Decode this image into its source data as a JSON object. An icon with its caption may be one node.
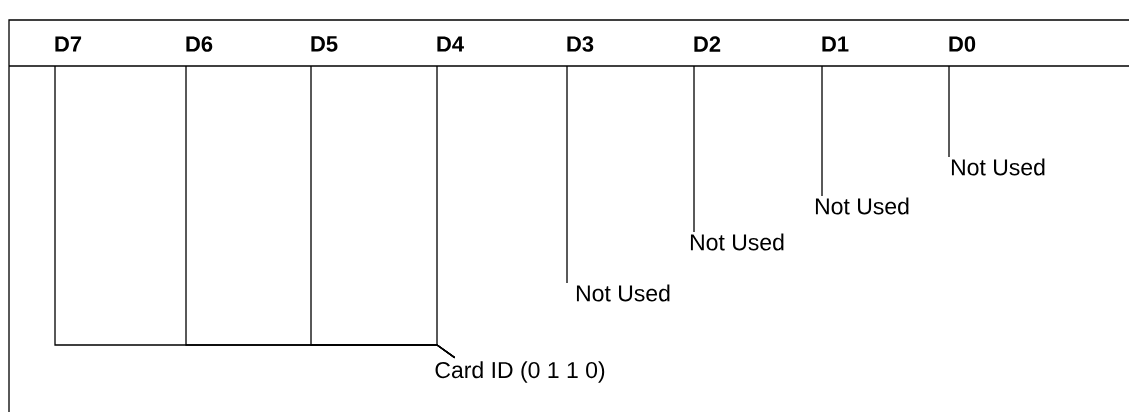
{
  "diagram": {
    "nodes": [
      {
        "text": [
          "D7"
        ]
      },
      {
        "text": [
          "D6"
        ]
      },
      {
        "text": [
          "D5"
        ]
      },
      {
        "text": [
          "D4"
        ]
      },
      {
        "text": [
          "D3"
        ]
      },
      {
        "text": [
          "D2"
        ]
      },
      {
        "text": [
          "D1"
        ]
      },
      {
        "text": [
          "D0"
        ]
      },
      {
        "text": [
          "Not Used"
        ]
      },
      {
        "text": [
          "Not Used"
        ]
      },
      {
        "text": [
          "Not Used"
        ]
      },
      {
        "text": [
          "Not Used"
        ]
      },
      {
        "text": [
          "Card ID (0 1 1 0)"
        ]
      }
    ],
    "edges": [
      {
        "from": 0,
        "to": 12,
        "arrow": "none"
      },
      {
        "from": 1,
        "to": 12,
        "arrow": "none"
      },
      {
        "from": 2,
        "to": 12,
        "arrow": "none"
      },
      {
        "from": 3,
        "to": 12,
        "arrow": "none"
      },
      {
        "from": 4,
        "to": 8,
        "arrow": "none"
      },
      {
        "from": 5,
        "to": 9,
        "arrow": "none"
      },
      {
        "from": 6,
        "to": 10,
        "arrow": "none"
      },
      {
        "from": 7,
        "to": 11,
        "arrow": "none"
      }
    ]
  }
}
